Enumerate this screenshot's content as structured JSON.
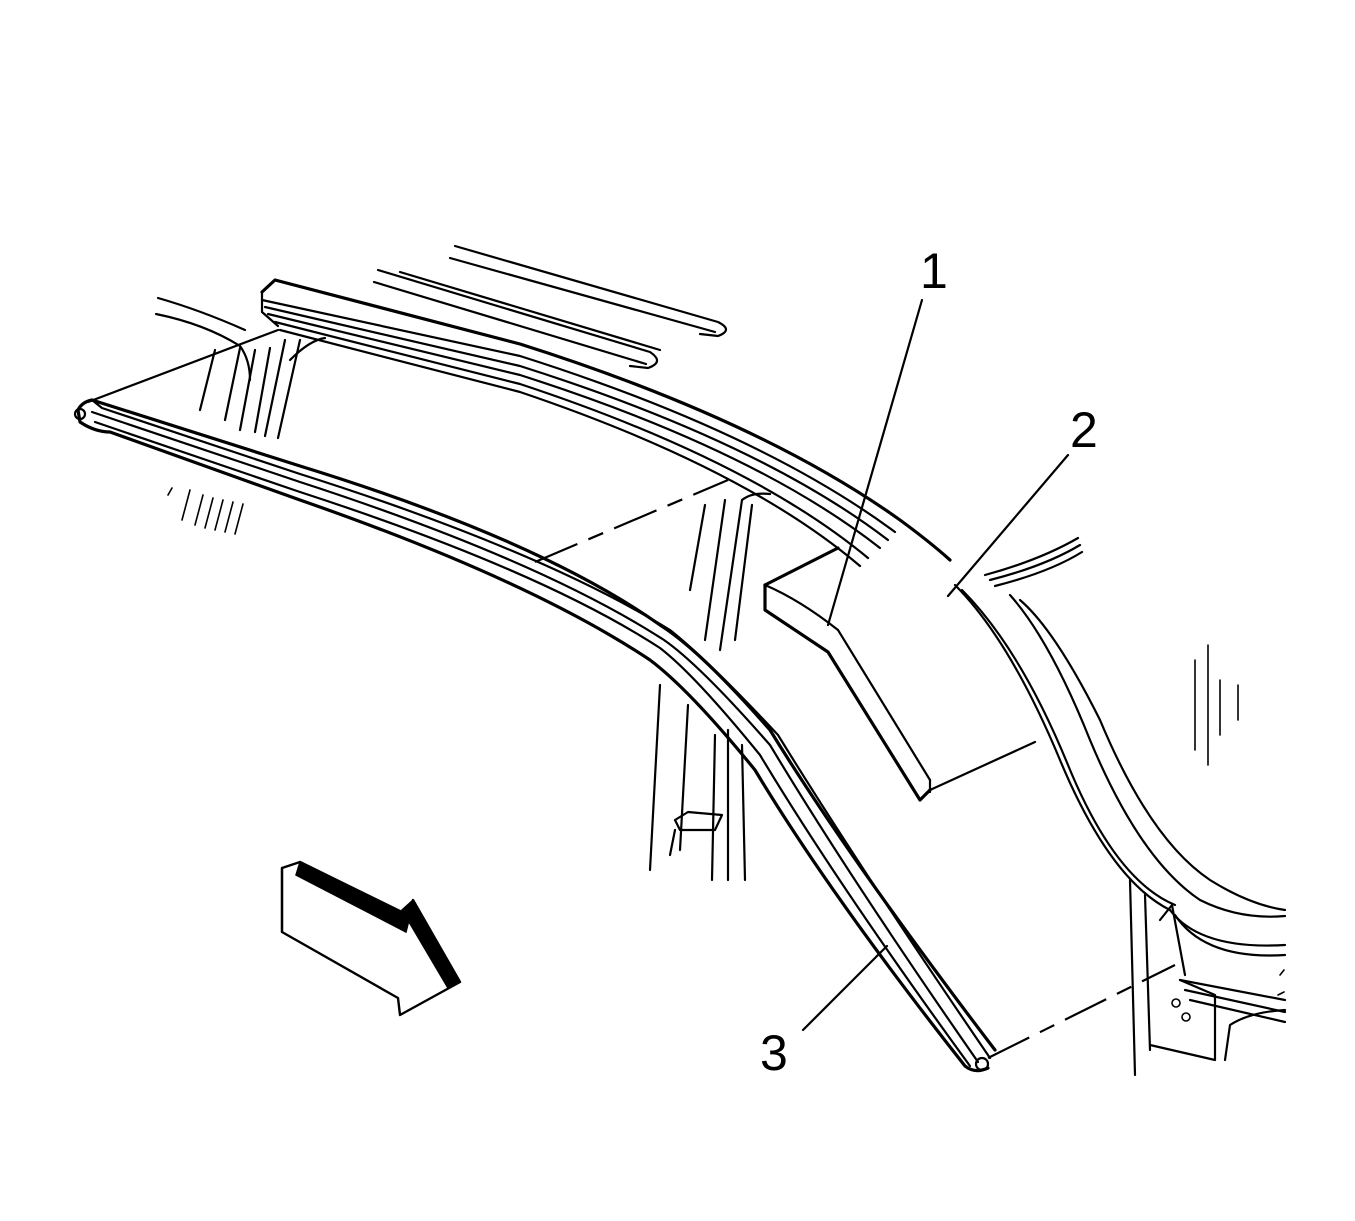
{
  "diagram": {
    "callouts": [
      {
        "id": "1",
        "label": "1"
      },
      {
        "id": "2",
        "label": "2"
      },
      {
        "id": "3",
        "label": "3"
      }
    ],
    "direction_arrow_icon": "front-direction-arrow-icon"
  }
}
